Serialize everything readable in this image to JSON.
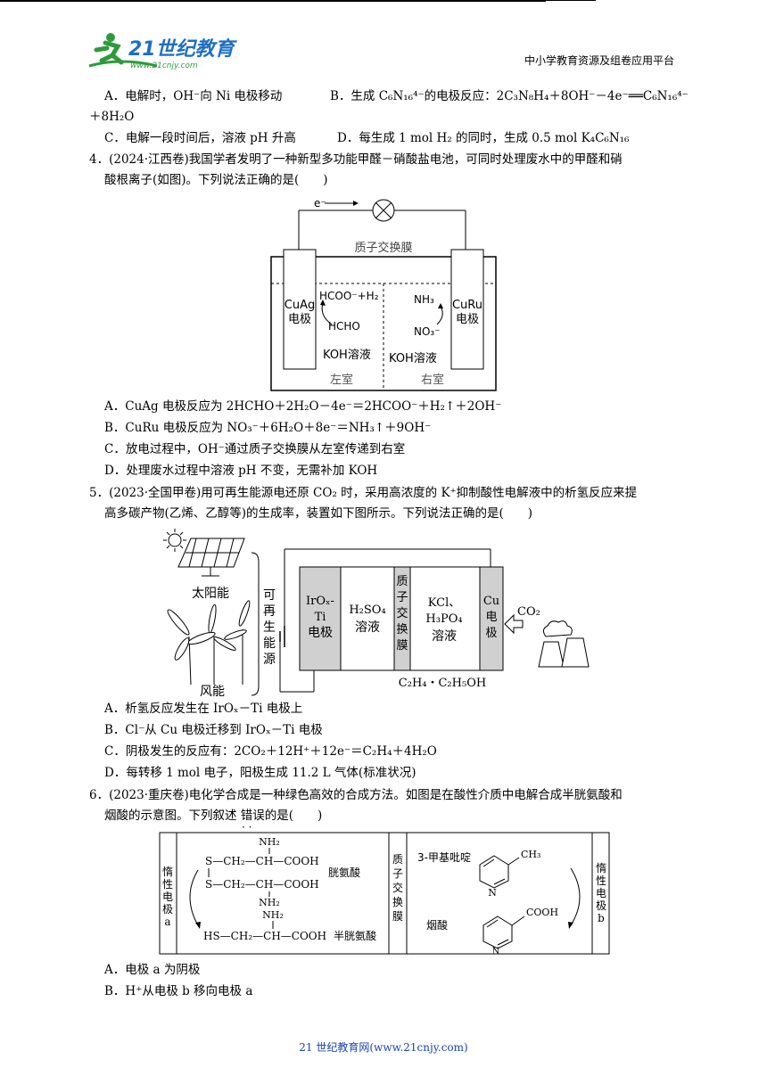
{
  "header": {
    "logo_text": "21世纪教育",
    "logo_url": "www.21cnjy.com",
    "tagline": "中小学教育资源及组卷应用平台"
  },
  "q3_options": {
    "A": "A．电解时，OH⁻向 Ni 电极移动",
    "B": "B．生成 C₆N₁₆⁴⁻的电极反应：2C₃N₈H₄＋8OH⁻－4e⁻══C₆N₁₆⁴⁻",
    "B_cont": "＋8H₂O",
    "C": "C．电解一段时间后，溶液 pH 升高",
    "D": "D．每生成 1 mol H₂ 的同时，生成 0.5 mol K₄C₆N₁₆"
  },
  "q4": {
    "stem1": "4．(2024·江西卷)我国学者发明了一种新型多功能甲醛－硝酸盐电池，可同时处理废水中的甲醛和硝",
    "stem2": "酸根离子(如图)。下列说法正确的是(　　)",
    "diagram": {
      "electron": "e⁻",
      "membrane": "质子交换膜",
      "left_electrode": [
        "CuAg",
        "电极"
      ],
      "right_electrode": [
        "CuRu",
        "电极"
      ],
      "left_product": "HCOO⁻+H₂",
      "left_reactant": "HCHO",
      "right_product": "NH₃",
      "right_reactant": "NO₃⁻",
      "left_solution": "KOH溶液",
      "right_solution": "KOH溶液",
      "left_room": "左室",
      "right_room": "右室"
    },
    "A": "A．CuAg 电极反应为 2HCHO＋2H₂O－4e⁻＝2HCOO⁻＋H₂↑＋2OH⁻",
    "B": "B．CuRu 电极反应为 NO₃⁻＋6H₂O＋8e⁻＝NH₃↑＋9OH⁻",
    "C": "C．放电过程中，OH⁻通过质子交换膜从左室传递到右室",
    "D": "D．处理废水过程中溶液 pH 不变，无需补加 KOH"
  },
  "q5": {
    "stem1": "5．(2023·全国甲卷)用可再生能源电还原 CO₂ 时，采用高浓度的 K⁺抑制酸性电解液中的析氢反应来提",
    "stem2": "高多碳产物(乙烯、乙醇等)的生成率，装置如下图所示。下列说法正确的是(　　)",
    "diagram": {
      "solar": "太阳能",
      "wind": "风能",
      "renewable": [
        "可",
        "再",
        "生",
        "能",
        "源"
      ],
      "anode": [
        "IrOₓ-",
        "Ti",
        "电极"
      ],
      "left_sol": [
        "H₂SO₄",
        "溶液"
      ],
      "membrane": [
        "质",
        "子",
        "交",
        "换",
        "膜"
      ],
      "right_sol": [
        "KCl、",
        "H₃PO₄",
        "溶液"
      ],
      "cathode": [
        "Cu",
        "电",
        "极"
      ],
      "co2": "CO₂",
      "products": "C₂H₄・C₂H₅OH"
    },
    "A": "A．析氢反应发生在 IrOₓ－Ti 电极上",
    "B": "B．Cl⁻从 Cu 电极迁移到 IrOₓ－Ti 电极",
    "C": "C．阴极发生的反应有：2CO₂＋12H⁺＋12e⁻＝C₂H₄＋4H₂O",
    "D": "D．每转移 1 mol 电子，阳极生成 11.2 L 气体(标准状况)"
  },
  "q6": {
    "stem1": "6．(2023·重庆卷)电化学合成是一种绿色高效的合成方法。如图是在酸性介质中电解合成半胱氨酸和",
    "stem2": "烟酸的示意图。下列叙述 错误的是(　　)",
    "diagram": {
      "electrode_a": [
        "惰",
        "性",
        "电",
        "极",
        "a"
      ],
      "electrode_b": [
        "惰",
        "性",
        "电",
        "极",
        "b"
      ],
      "membrane": [
        "质",
        "子",
        "交",
        "换",
        "膜"
      ],
      "cystine": "胱氨酸",
      "cysteine": "半胱氨酸",
      "methylpyridine": "3-甲基吡啶",
      "nicotinic": "烟酸",
      "nh2": "NH₂",
      "cooh": "COOH",
      "ch3": "CH₃",
      "chain1": "S—CH₂—CH—COOH",
      "chain2": "S—CH₂—CH—COOH",
      "chain3": "HS—CH₂—CH—COOH"
    },
    "A": "A．电极 a 为阴极",
    "B": "B．H⁺从电极 b 移向电极 a"
  },
  "footer": "21 世纪教育网(www.21cnjy.com)"
}
